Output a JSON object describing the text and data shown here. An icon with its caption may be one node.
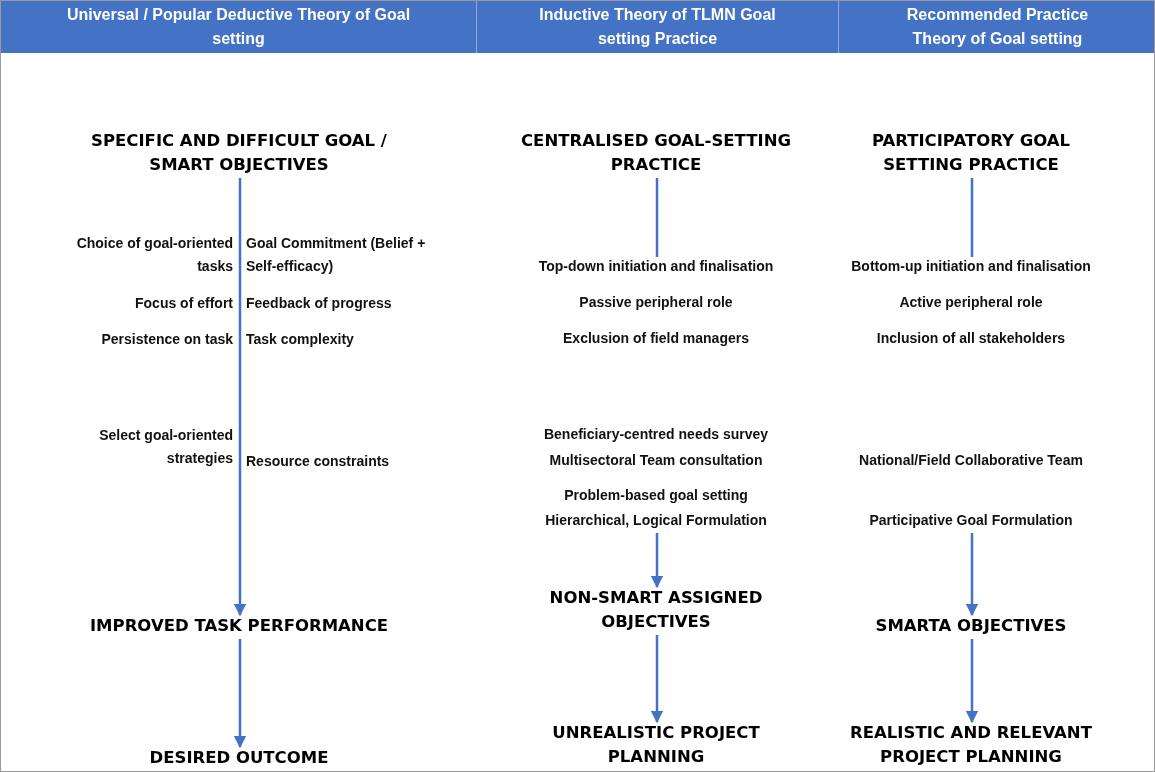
{
  "diagram": {
    "nodes": [
      {
        "text": [
          "Universal / Popular Deductive Theory of Goal setting"
        ]
      },
      {
        "text": [
          "Inductive Theory of TLMN Goal setting Practice"
        ]
      },
      {
        "text": [
          "Recommended Practice Theory of Goal setting"
        ]
      },
      {
        "text": [
          "SPECIFIC AND DIFFICULT GOAL / SMART OBJECTIVES"
        ]
      },
      {
        "text": [
          "CENTRALISED GOAL-SETTING PRACTICE"
        ]
      },
      {
        "text": [
          "PARTICIPATORY GOAL SETTING PRACTICE"
        ]
      },
      {
        "text": [
          "Top-down initiation and finalisation",
          "Passive peripheral role",
          "Exclusion of field managers",
          "Beneficiary-centred needs survey",
          "Multisectoral Team consultation",
          "Problem-based goal setting",
          "Hierarchical, Logical Formulation"
        ]
      },
      {
        "text": [
          "Bottom-up initiation and finalisation",
          "Active peripheral role",
          "Inclusion of all stakeholders",
          "National/Field Collaborative Team",
          "Participative Goal Formulation"
        ]
      },
      {
        "text": [
          "IMPROVED TASK PERFORMANCE"
        ]
      },
      {
        "text": [
          "NON-SMART ASSIGNED OBJECTIVES"
        ]
      },
      {
        "text": [
          "SMARTA OBJECTIVES"
        ]
      },
      {
        "text": [
          "DESIRED OUTCOME"
        ]
      },
      {
        "text": [
          "UNREALISTIC PROJECT PLANNING"
        ]
      },
      {
        "text": [
          "REALISTIC AND RELEVANT PROJECT PLANNING"
        ]
      }
    ],
    "edges": [
      {
        "from": 3,
        "to": 8,
        "arrow": "to"
      },
      {
        "from": 4,
        "to": 6,
        "arrow": "none"
      },
      {
        "from": 5,
        "to": 7,
        "arrow": "none"
      },
      {
        "from": 6,
        "to": 9,
        "arrow": "to"
      },
      {
        "from": 7,
        "to": 10,
        "arrow": "to"
      },
      {
        "from": 8,
        "to": 11,
        "arrow": "to"
      },
      {
        "from": 9,
        "to": 12,
        "arrow": "to"
      },
      {
        "from": 10,
        "to": 13,
        "arrow": "to"
      }
    ],
    "labels": [
      "Choice of goal-oriented tasks",
      "Goal Commitment (Belief + Self-efficacy)",
      "Focus of effort",
      "Feedback of progress",
      "Persistence on task",
      "Task complexity",
      "Select goal-oriented strategies",
      "Resource constraints"
    ]
  }
}
